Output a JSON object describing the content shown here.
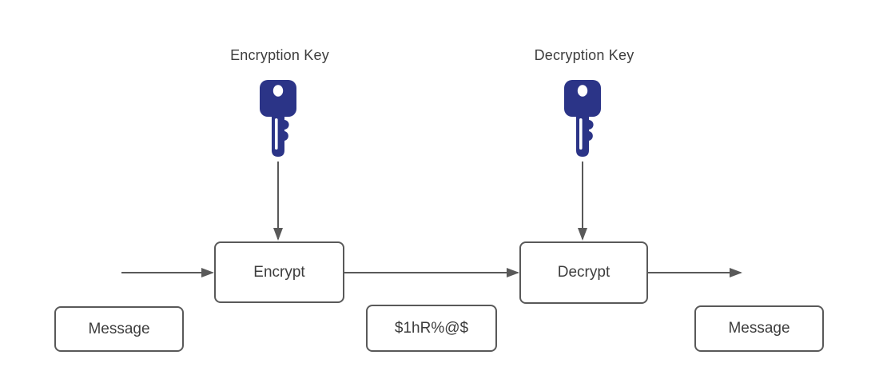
{
  "diagram": {
    "labels": {
      "encryption_key": "Encryption Key",
      "decryption_key": "Decryption Key"
    },
    "nodes": {
      "encrypt": "Encrypt",
      "decrypt": "Decrypt",
      "message_in": "Message",
      "ciphertext": "$1hR%@$",
      "message_out": "Message"
    },
    "icons": {
      "encryption_key": "key-icon",
      "decryption_key": "key-icon"
    },
    "flow": [
      "Message -> Encrypt (with Encryption Key) -> $1hR%@$ -> Decrypt (with Decryption Key) -> Message"
    ],
    "colors": {
      "key": "#2b3487",
      "line": "#595959",
      "text": "#3d3d3d",
      "box_border": "#595959",
      "box_fill": "#ffffff"
    }
  }
}
